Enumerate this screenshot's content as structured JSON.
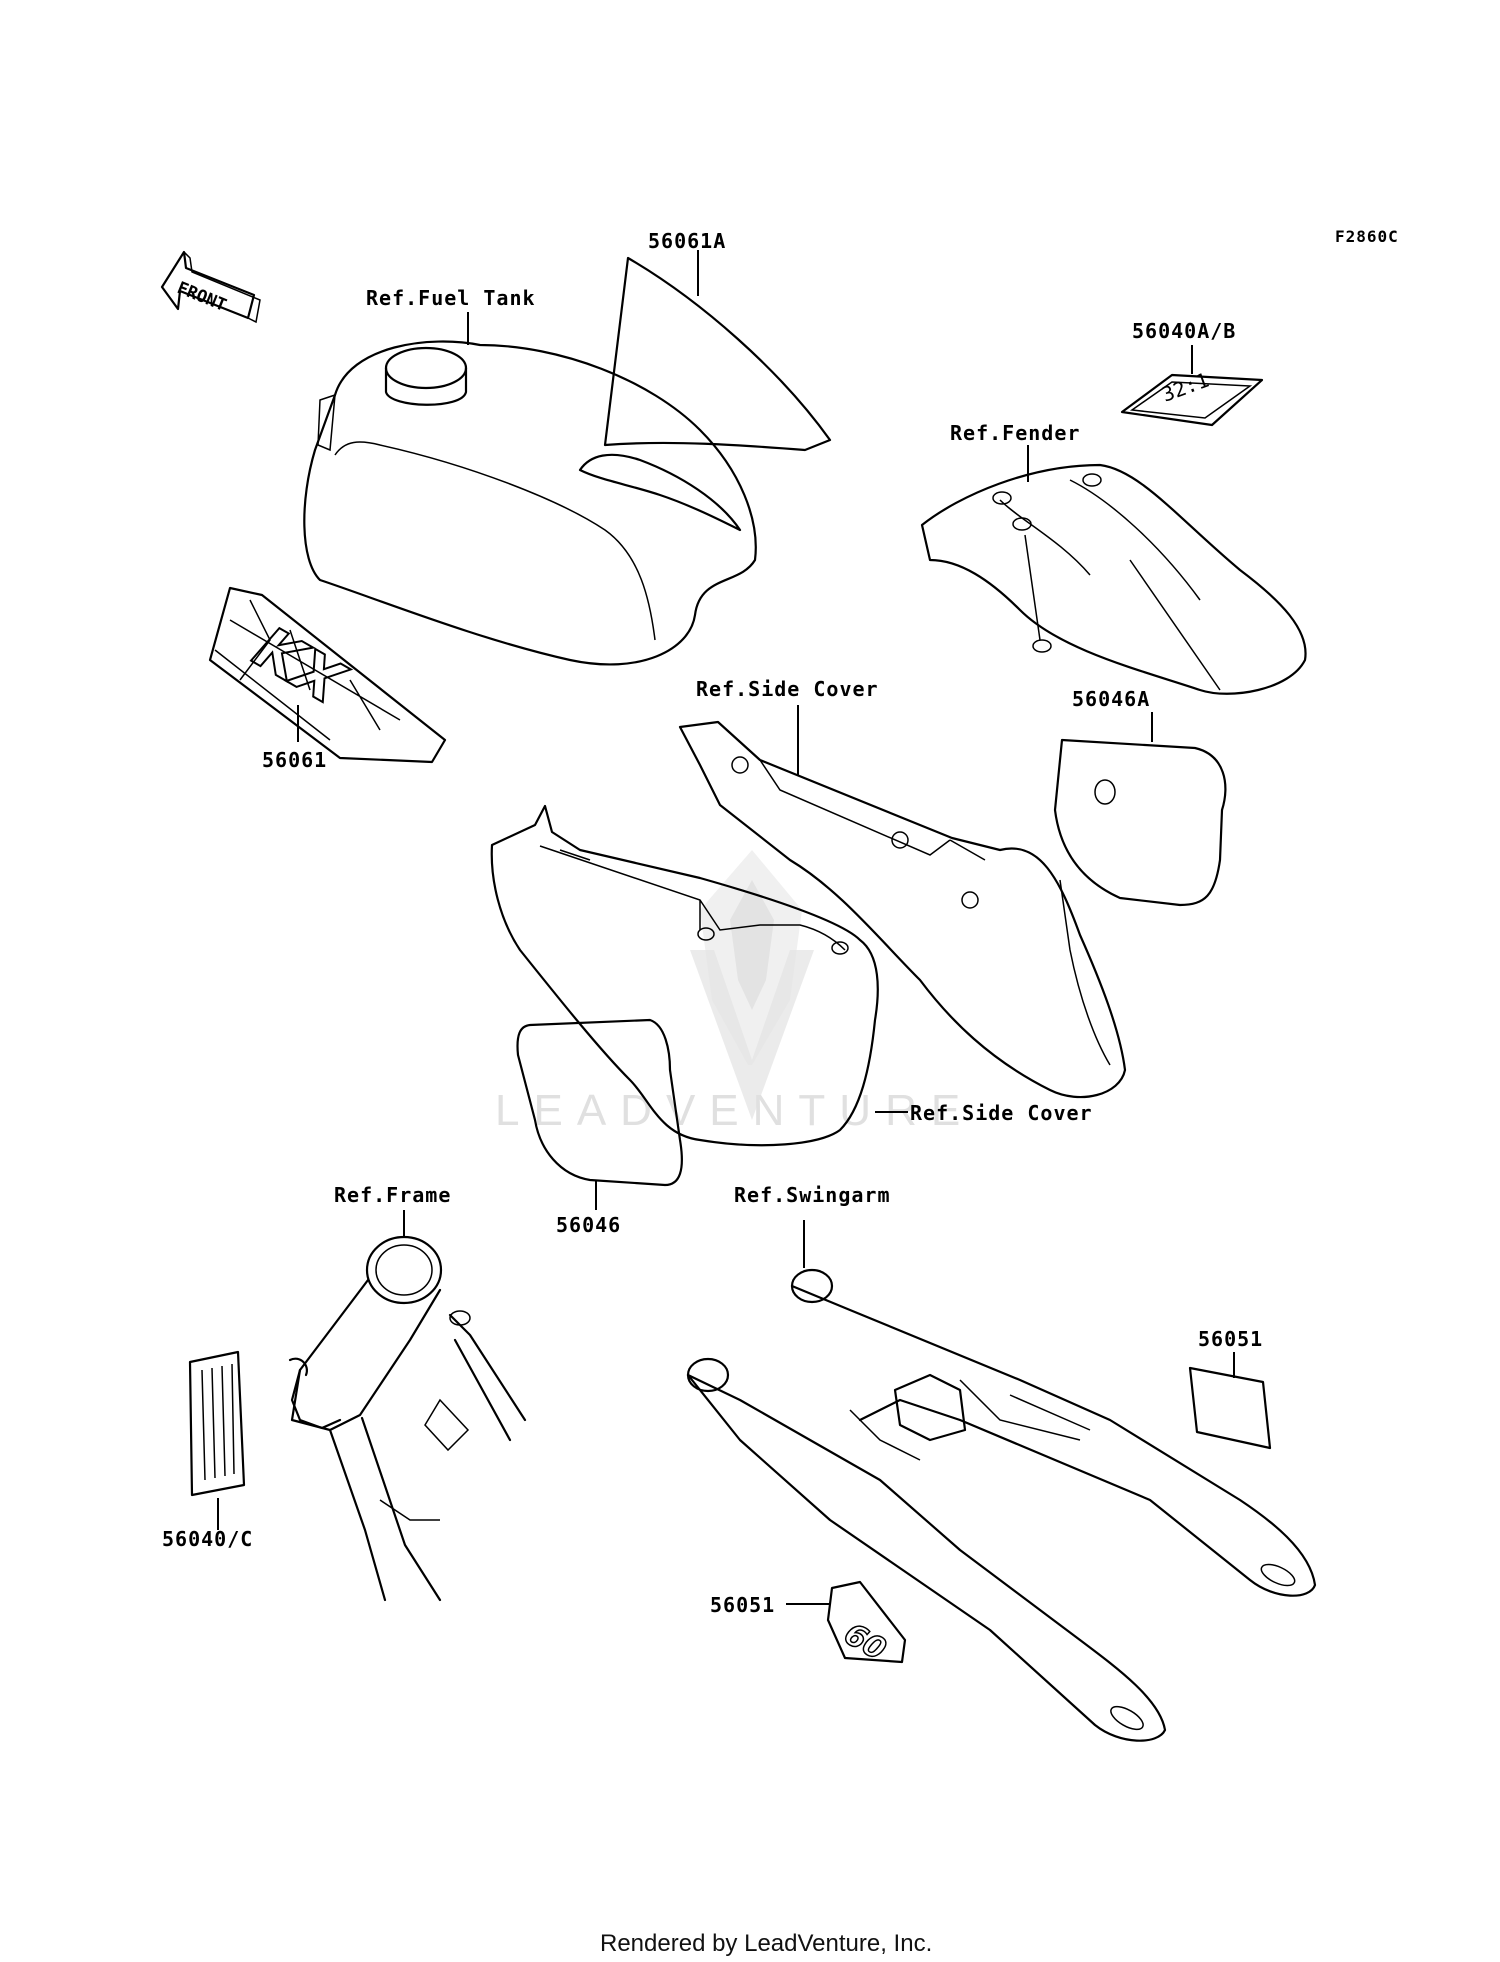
{
  "diagram_code": "F2860C",
  "front_arrow": {
    "text": "FRONT",
    "icon": "front-arrow-icon"
  },
  "labels": {
    "decal_56061A": "56061A",
    "ref_fuel_tank": "Ref.Fuel Tank",
    "decal_56040AB": "56040A/B",
    "decal_56040AB_text": "32:1",
    "ref_fender": "Ref.Fender",
    "ref_side_cover_right": "Ref.Side Cover",
    "decal_56046A": "56046A",
    "decal_56061": "56061",
    "decal_56061_text": "KX",
    "ref_side_cover_left": "Ref.Side Cover",
    "decal_56046": "56046",
    "ref_frame": "Ref.Frame",
    "ref_swingarm": "Ref.Swingarm",
    "decal_56040C": "56040/C",
    "decal_56051_top": "56051",
    "decal_56051_bottom": "56051",
    "decal_56051_bottom_text": "60"
  },
  "watermark": {
    "text": "LEADVENTURE",
    "icon": "leadventure-logo-icon"
  },
  "footer": "Rendered by LeadVenture, Inc."
}
